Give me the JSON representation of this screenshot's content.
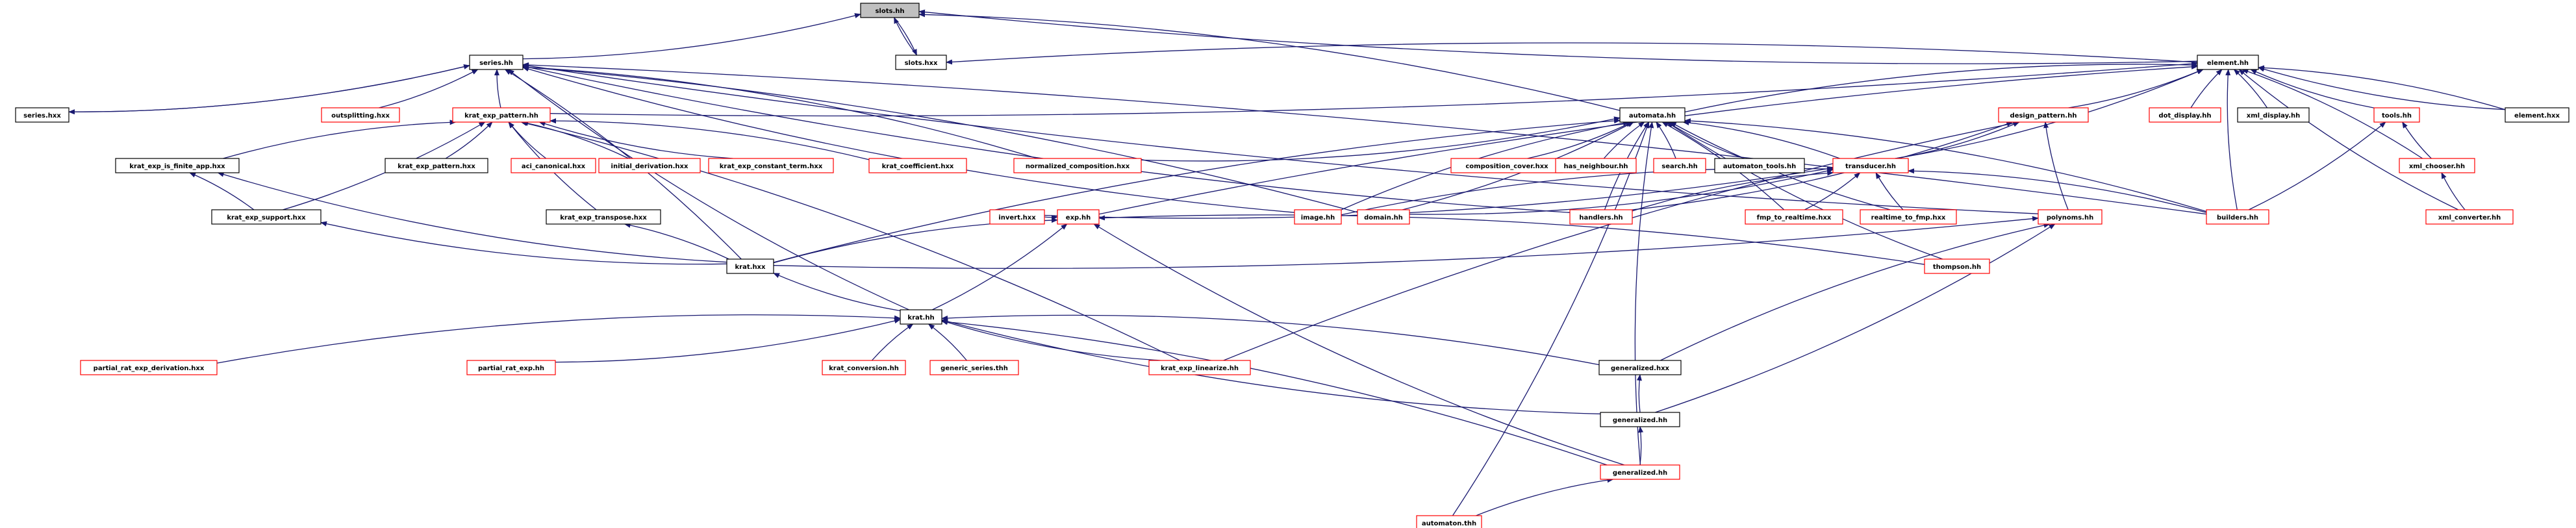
{
  "graph": {
    "colors": {
      "edge": "#191970",
      "border_red": "#ff0000",
      "border_black": "#000000",
      "root_fill": "#c0c0c0"
    },
    "nodes": [
      {
        "id": "slots_hh",
        "label": "slots.hh",
        "border": "root"
      },
      {
        "id": "slots_hxx",
        "label": "slots.hxx",
        "border": "black"
      },
      {
        "id": "series_hh",
        "label": "series.hh",
        "border": "black"
      },
      {
        "id": "element_hh",
        "label": "element.hh",
        "border": "black"
      },
      {
        "id": "series_hxx",
        "label": "series.hxx",
        "border": "black"
      },
      {
        "id": "outsplitting_hxx",
        "label": "outsplitting.hxx",
        "border": "red"
      },
      {
        "id": "krat_exp_pattern_hh",
        "label": "krat_exp_pattern.hh",
        "border": "red"
      },
      {
        "id": "automata_hh",
        "label": "automata.hh",
        "border": "black"
      },
      {
        "id": "design_pattern_hh",
        "label": "design_pattern.hh",
        "border": "red"
      },
      {
        "id": "dot_display_hh",
        "label": "dot_display.hh",
        "border": "red"
      },
      {
        "id": "xml_display_hh",
        "label": "xml_display.hh",
        "border": "black"
      },
      {
        "id": "tools_hh",
        "label": "tools.hh",
        "border": "red"
      },
      {
        "id": "element_hxx",
        "label": "element.hxx",
        "border": "black"
      },
      {
        "id": "krat_exp_is_finite_app_hxx",
        "label": "krat_exp_is_finite_app.hxx",
        "border": "black"
      },
      {
        "id": "krat_exp_pattern_hxx",
        "label": "krat_exp_pattern.hxx",
        "border": "black"
      },
      {
        "id": "aci_canonical_hxx",
        "label": "aci_canonical.hxx",
        "border": "red"
      },
      {
        "id": "initial_derivation_hxx",
        "label": "initial_derivation.hxx",
        "border": "red"
      },
      {
        "id": "krat_exp_constant_term_hxx",
        "label": "krat_exp_constant_term.hxx",
        "border": "red"
      },
      {
        "id": "krat_coefficient_hxx",
        "label": "krat_coefficient.hxx",
        "border": "red"
      },
      {
        "id": "normalized_composition_hxx",
        "label": "normalized_composition.hxx",
        "border": "red"
      },
      {
        "id": "composition_cover_hxx",
        "label": "composition_cover.hxx",
        "border": "red"
      },
      {
        "id": "has_neighbour_hh",
        "label": "has_neighbour.hh",
        "border": "red"
      },
      {
        "id": "search_hh",
        "label": "search.hh",
        "border": "red"
      },
      {
        "id": "automaton_tools_hh",
        "label": "automaton_tools.hh",
        "border": "black"
      },
      {
        "id": "transducer_hh",
        "label": "transducer.hh",
        "border": "red"
      },
      {
        "id": "xml_chooser_hh",
        "label": "xml_chooser.hh",
        "border": "red"
      },
      {
        "id": "krat_exp_support_hxx",
        "label": "krat_exp_support.hxx",
        "border": "black"
      },
      {
        "id": "krat_exp_transpose_hxx",
        "label": "krat_exp_transpose.hxx",
        "border": "black"
      },
      {
        "id": "invert_hxx",
        "label": "invert.hxx",
        "border": "red"
      },
      {
        "id": "exp_hh",
        "label": "exp.hh",
        "border": "red"
      },
      {
        "id": "image_hh",
        "label": "image.hh",
        "border": "red"
      },
      {
        "id": "domain_hh",
        "label": "domain.hh",
        "border": "red"
      },
      {
        "id": "handlers_hh",
        "label": "handlers.hh",
        "border": "red"
      },
      {
        "id": "fmp_to_realtime_hxx",
        "label": "fmp_to_realtime.hxx",
        "border": "red"
      },
      {
        "id": "realtime_to_fmp_hxx",
        "label": "realtime_to_fmp.hxx",
        "border": "red"
      },
      {
        "id": "polynoms_hh",
        "label": "polynoms.hh",
        "border": "red"
      },
      {
        "id": "builders_hh",
        "label": "builders.hh",
        "border": "red"
      },
      {
        "id": "xml_converter_hh",
        "label": "xml_converter.hh",
        "border": "red"
      },
      {
        "id": "krat_hxx",
        "label": "krat.hxx",
        "border": "black"
      },
      {
        "id": "thompson_hh",
        "label": "thompson.hh",
        "border": "red"
      },
      {
        "id": "krat_hh",
        "label": "krat.hh",
        "border": "black"
      },
      {
        "id": "partial_rat_exp_derivation_hxx",
        "label": "partial_rat_exp_derivation.hxx",
        "border": "red"
      },
      {
        "id": "partial_rat_exp_hh",
        "label": "partial_rat_exp.hh",
        "border": "red"
      },
      {
        "id": "krat_conversion_hh",
        "label": "krat_conversion.hh",
        "border": "red"
      },
      {
        "id": "generic_series_thh",
        "label": "generic_series.thh",
        "border": "red"
      },
      {
        "id": "krat_exp_linearize_hh",
        "label": "krat_exp_linearize.hh",
        "border": "red"
      },
      {
        "id": "generalized_hxx",
        "label": "generalized.hxx",
        "border": "black"
      },
      {
        "id": "generalized_hh_1",
        "label": "generalized.hh",
        "border": "black"
      },
      {
        "id": "generalized_hh_2",
        "label": "generalized.hh",
        "border": "red"
      },
      {
        "id": "automaton_thh",
        "label": "automaton.thh",
        "border": "red"
      }
    ],
    "edges": [
      [
        "slots_hxx",
        "slots_hh"
      ],
      [
        "series_hh",
        "slots_hh"
      ],
      [
        "element_hh",
        "slots_hh"
      ],
      [
        "automata_hh",
        "slots_hh"
      ],
      [
        "slots_hh",
        "slots_hxx"
      ],
      [
        "element_hh",
        "slots_hxx"
      ],
      [
        "element_hxx",
        "element_hh"
      ],
      [
        "series_hxx",
        "series_hh"
      ],
      [
        "series_hh",
        "series_hxx"
      ],
      [
        "outsplitting_hxx",
        "series_hh"
      ],
      [
        "krat_exp_pattern_hh",
        "series_hh"
      ],
      [
        "krat_hxx",
        "series_hh"
      ],
      [
        "krat_hh",
        "series_hh"
      ],
      [
        "normalized_composition_hxx",
        "series_hh"
      ],
      [
        "image_hh",
        "series_hh"
      ],
      [
        "domain_hh",
        "series_hh"
      ],
      [
        "handlers_hh",
        "series_hh"
      ],
      [
        "builders_hh",
        "series_hh"
      ],
      [
        "polynoms_hh",
        "series_hh"
      ],
      [
        "krat_exp_pattern_hh",
        "element_hh"
      ],
      [
        "automata_hh",
        "element_hh"
      ],
      [
        "design_pattern_hh",
        "element_hh"
      ],
      [
        "dot_display_hh",
        "element_hh"
      ],
      [
        "xml_display_hh",
        "element_hh"
      ],
      [
        "tools_hh",
        "element_hh"
      ],
      [
        "element_hxx",
        "element_hh"
      ],
      [
        "builders_hh",
        "element_hh"
      ],
      [
        "xml_chooser_hh",
        "element_hh"
      ],
      [
        "xml_converter_hh",
        "element_hh"
      ],
      [
        "transducer_hh",
        "element_hh"
      ],
      [
        "exp_hh",
        "element_hh"
      ],
      [
        "krat_exp_pattern_hxx",
        "krat_exp_pattern_hh"
      ],
      [
        "aci_canonical_hxx",
        "krat_exp_pattern_hh"
      ],
      [
        "initial_derivation_hxx",
        "krat_exp_pattern_hh"
      ],
      [
        "krat_exp_constant_term_hxx",
        "krat_exp_pattern_hh"
      ],
      [
        "krat_coefficient_hxx",
        "krat_exp_pattern_hh"
      ],
      [
        "krat_exp_is_finite_app_hxx",
        "krat_exp_pattern_hh"
      ],
      [
        "krat_exp_support_hxx",
        "krat_exp_pattern_hh"
      ],
      [
        "krat_exp_transpose_hxx",
        "krat_exp_pattern_hh"
      ],
      [
        "krat_exp_linearize_hh",
        "krat_exp_pattern_hh"
      ],
      [
        "krat_hxx",
        "krat_exp_is_finite_app_hxx"
      ],
      [
        "krat_exp_support_hxx",
        "krat_exp_is_finite_app_hxx"
      ],
      [
        "krat_hxx",
        "krat_exp_support_hxx"
      ],
      [
        "krat_hxx",
        "krat_exp_transpose_hxx"
      ],
      [
        "krat_hh",
        "krat_hxx"
      ],
      [
        "krat_hh",
        "exp_hh"
      ],
      [
        "krat_hxx",
        "exp_hh"
      ],
      [
        "thompson_hh",
        "exp_hh"
      ],
      [
        "generalized_hh_2",
        "exp_hh"
      ],
      [
        "invert_hxx",
        "exp_hh"
      ],
      [
        "partial_rat_exp_derivation_hxx",
        "krat_hh"
      ],
      [
        "partial_rat_exp_hh",
        "krat_hh"
      ],
      [
        "krat_conversion_hh",
        "krat_hh"
      ],
      [
        "generic_series_thh",
        "krat_hh"
      ],
      [
        "krat_exp_linearize_hh",
        "krat_hh"
      ],
      [
        "generalized_hxx",
        "krat_hh"
      ],
      [
        "generalized_hh_1",
        "krat_hh"
      ],
      [
        "generalized_hh_2",
        "krat_hh"
      ],
      [
        "generalized_hh_1",
        "generalized_hxx"
      ],
      [
        "generalized_hh_2",
        "generalized_hh_1"
      ],
      [
        "automaton_thh",
        "generalized_hh_2"
      ],
      [
        "composition_cover_hxx",
        "automata_hh"
      ],
      [
        "has_neighbour_hh",
        "automata_hh"
      ],
      [
        "search_hh",
        "automata_hh"
      ],
      [
        "automaton_tools_hh",
        "automata_hh"
      ],
      [
        "transducer_hh",
        "automata_hh"
      ],
      [
        "image_hh",
        "automata_hh"
      ],
      [
        "domain_hh",
        "automata_hh"
      ],
      [
        "handlers_hh",
        "automata_hh"
      ],
      [
        "fmp_to_realtime_hxx",
        "automata_hh"
      ],
      [
        "realtime_to_fmp_hxx",
        "automata_hh"
      ],
      [
        "builders_hh",
        "automata_hh"
      ],
      [
        "thompson_hh",
        "automata_hh"
      ],
      [
        "normalized_composition_hxx",
        "automata_hh"
      ],
      [
        "krat_hxx",
        "automata_hh"
      ],
      [
        "automaton_thh",
        "automata_hh"
      ],
      [
        "generalized_hh_2",
        "automata_hh"
      ],
      [
        "invert_hxx",
        "transducer_hh"
      ],
      [
        "image_hh",
        "transducer_hh"
      ],
      [
        "domain_hh",
        "transducer_hh"
      ],
      [
        "handlers_hh",
        "transducer_hh"
      ],
      [
        "fmp_to_realtime_hxx",
        "transducer_hh"
      ],
      [
        "realtime_to_fmp_hxx",
        "transducer_hh"
      ],
      [
        "builders_hh",
        "transducer_hh"
      ],
      [
        "polynoms_hh",
        "design_pattern_hh"
      ],
      [
        "transducer_hh",
        "design_pattern_hh"
      ],
      [
        "krat_exp_linearize_hh",
        "design_pattern_hh"
      ],
      [
        "handlers_hh",
        "design_pattern_hh"
      ],
      [
        "xml_chooser_hh",
        "tools_hh"
      ],
      [
        "builders_hh",
        "tools_hh"
      ],
      [
        "xml_converter_hh",
        "xml_chooser_hh"
      ],
      [
        "krat_hxx",
        "polynoms_hh"
      ],
      [
        "generalized_hxx",
        "polynoms_hh"
      ],
      [
        "generalized_hh_1",
        "polynoms_hh"
      ]
    ]
  }
}
